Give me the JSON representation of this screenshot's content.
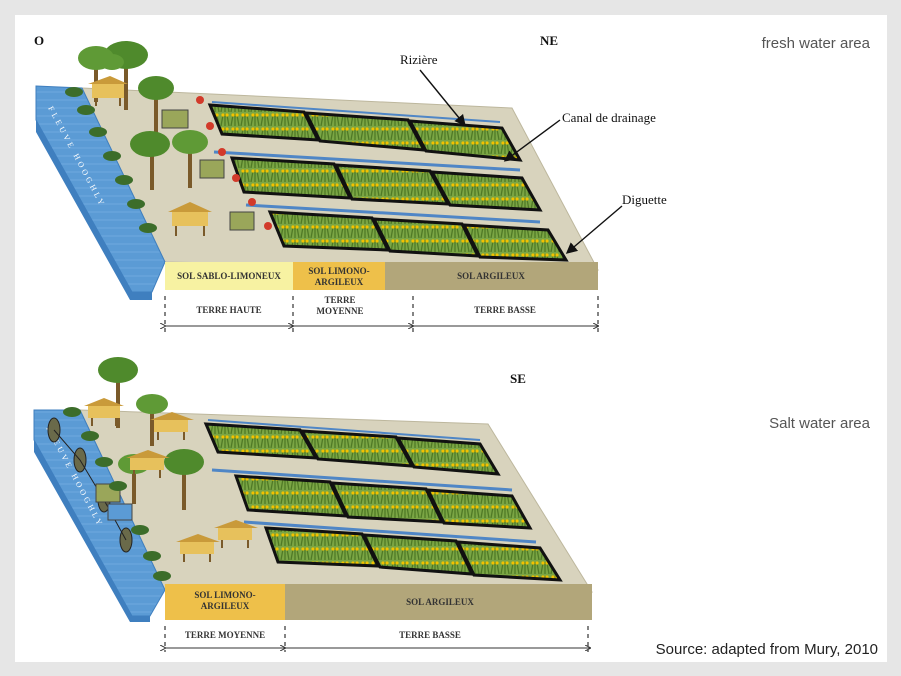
{
  "top": {
    "corner_left": "O",
    "corner_right": "NE",
    "area_title": "fresh water area",
    "callouts": {
      "riziere": "Rizière",
      "canal": "Canal de drainage",
      "diguette": "Diguette"
    },
    "river_label": "FLEUVE HOOGHLY",
    "soil_bands": [
      {
        "label": "SOL SABLO-LIMONEUX",
        "color": "#f7f2a2"
      },
      {
        "label_lines": [
          "SOL LIMONO-",
          "ARGILEUX"
        ],
        "color": "#eec04a"
      },
      {
        "label": "SOL ARGILEUX",
        "color": "#b2a67a"
      }
    ],
    "zones": [
      {
        "lines": [
          "TERRE HAUTE"
        ]
      },
      {
        "lines": [
          "TERRE",
          "MOYENNE"
        ]
      },
      {
        "lines": [
          "TERRE BASSE"
        ]
      }
    ]
  },
  "bottom": {
    "corner_right": "SE",
    "area_title": "Salt water area",
    "river_label": "FLEUVE HOOGHLY",
    "soil_bands": [
      {
        "label_lines": [
          "SOL LIMONO-",
          "ARGILEUX"
        ],
        "color": "#eec04a"
      },
      {
        "label": "SOL ARGILEUX",
        "color": "#b2a67a"
      }
    ],
    "zones": [
      {
        "lines": [
          "TERRE MOYENNE"
        ]
      },
      {
        "lines": [
          "TERRE BASSE"
        ]
      }
    ]
  },
  "source": "Source: adapted from Mury, 2010",
  "colors": {
    "water": "#5b9bd5",
    "water_dark": "#3f7fbf",
    "ground": "#d8d3bd",
    "ground_edge": "#bdb79d",
    "rice": "#6f9a3c",
    "rice_tip": "#f2c200",
    "dyke": "#111111",
    "canal": "#4f86c6",
    "text": "#444444"
  },
  "icons": [
    "palm-tree-icon",
    "stilt-house-icon",
    "fish-icon",
    "flower-icon",
    "arrow-icon"
  ]
}
